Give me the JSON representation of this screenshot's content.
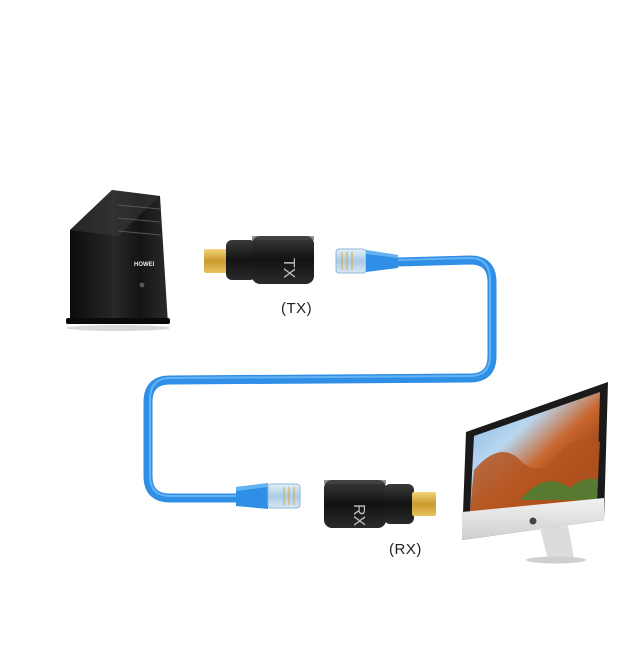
{
  "labels": {
    "tx": "(TX)",
    "rx": "(RX)",
    "tx_adapter_text": "TX",
    "rx_adapter_text": "RX",
    "pc_brand": "HOWEI"
  },
  "colors": {
    "cable": "#2f8fe6",
    "cable_highlight": "#7cc0f7",
    "adapter_body": "#161616",
    "hdmi_gold": "#d9b24a",
    "rj45_plug": "#b9d7ee"
  },
  "icons": [
    "desktop-tower-icon",
    "imac-monitor-icon",
    "hdmi-adapter-icon",
    "rj45-plug-icon",
    "apple-logo-icon"
  ]
}
